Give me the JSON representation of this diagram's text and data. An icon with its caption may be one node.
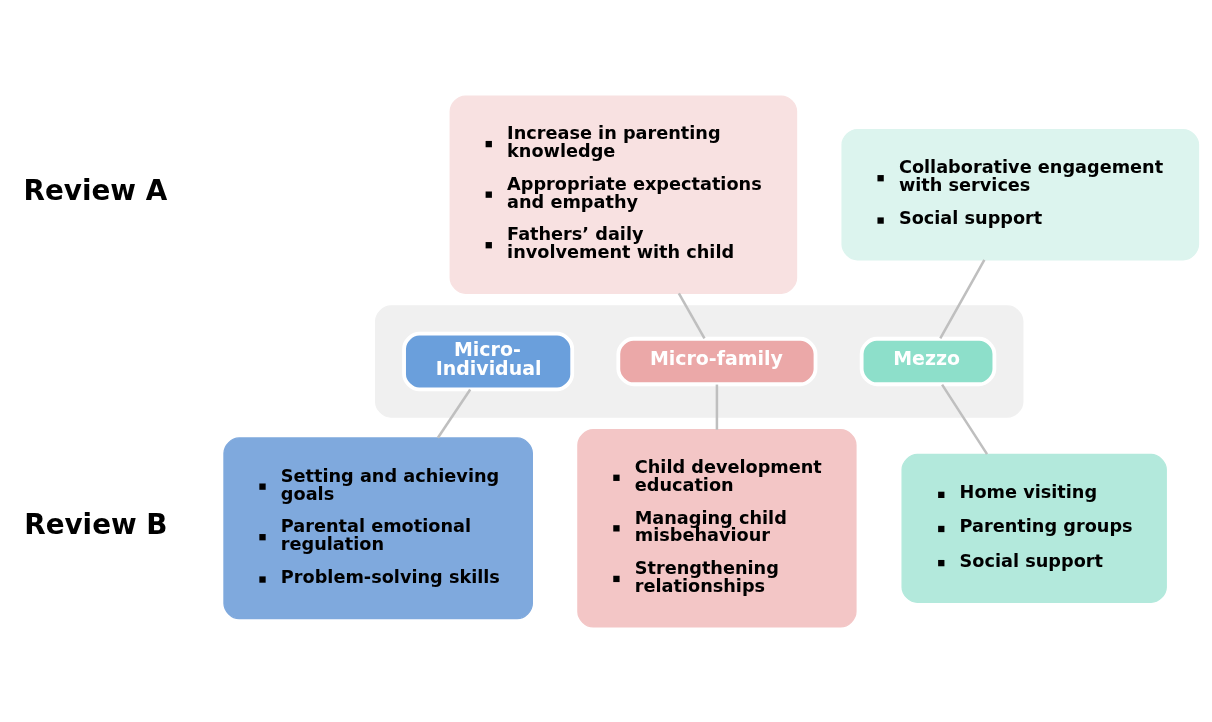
{
  "diagram": {
    "nodes": [
      {
        "text": [
          "Increase in parenting knowledge",
          "Appropriate expectations and empathy",
          "Fathers’ daily involvement with child"
        ]
      },
      {
        "text": [
          "Collaborative engagement with services",
          "Social support"
        ]
      },
      {
        "text": [],
        "shape": "band"
      },
      {
        "text": [
          "Micro- Individual"
        ],
        "in": 2
      },
      {
        "text": [
          "Micro-family"
        ],
        "in": 2
      },
      {
        "text": [
          "Mezzo"
        ],
        "in": 2
      },
      {
        "text": [
          "Setting and achieving goals",
          "Parental emotional regulation",
          "Problem-solving skills"
        ]
      },
      {
        "text": [
          "Child development education",
          "Managing child misbehaviour",
          "Strengthening relationships"
        ]
      },
      {
        "text": [
          "Home visiting",
          "Parenting groups",
          "Social support"
        ]
      }
    ],
    "edges": [
      {
        "from": 0,
        "to": 4,
        "arrow": "none"
      },
      {
        "from": 1,
        "to": 5,
        "arrow": "none"
      },
      {
        "from": 3,
        "to": 6,
        "arrow": "none"
      },
      {
        "from": 4,
        "to": 7,
        "arrow": "none"
      },
      {
        "from": 5,
        "to": 8,
        "arrow": "none"
      }
    ],
    "labels": [
      "Review A",
      "Review B"
    ]
  }
}
